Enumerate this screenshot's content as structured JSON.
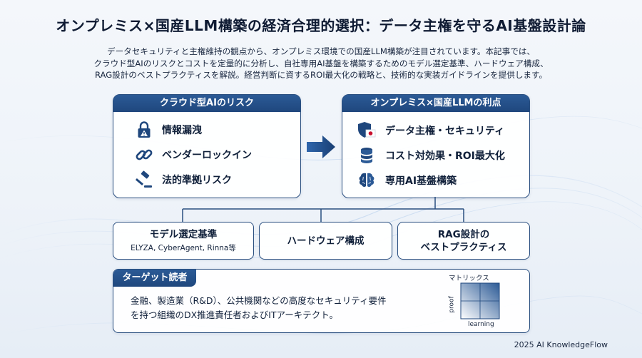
{
  "title": "オンプレミス×国産LLM構築の経済合理的選択：データ主権を守るAI基盤設計論",
  "intro": [
    "データセキュリティと主権維持の観点から、オンプレミス環境での国産LLM構築が注目されています。本記事では、",
    "クラウド型AIのリスクとコストを定量的に分析し、自社専用AI基盤を構築するためのモデル選定基準、ハードウェア構成、",
    "RAG設計のベストプラクティスを解説。経営判断に資するROI最大化の戦略と、技術的な実装ガイドラインを提供します。"
  ],
  "risk_panel": {
    "header": "クラウド型AIのリスク",
    "items": [
      {
        "label": "情報漏洩",
        "icon": "lock-warning-icon"
      },
      {
        "label": "ベンダーロックイン",
        "icon": "chain-link-icon"
      },
      {
        "label": "法的準拠リスク",
        "icon": "gavel-icon"
      }
    ]
  },
  "benefit_panel": {
    "header": "オンプレミス×国産LLMの利点",
    "items": [
      {
        "label": "データ主権・セキュリティ",
        "icon": "shield-japan-flag-icon"
      },
      {
        "label": "コスト対効果・ROI最大化",
        "icon": "coin-stack-icon"
      },
      {
        "label": "専用AI基盤構築",
        "icon": "brain-icon"
      }
    ]
  },
  "boxes": [
    {
      "title": "モデル選定基準",
      "subtitle": "ELYZA, CyberAgent, Rinna等"
    },
    {
      "title": "ハードウェア構成",
      "subtitle": ""
    },
    {
      "title_lines": [
        "RAG設計の",
        "ベストプラクティス"
      ]
    }
  ],
  "target": {
    "header": "ターゲット読者",
    "lines": [
      "金融、製造業（R&D）、公共機関などの高度なセキュリティ要件",
      "を持つ組織のDX推進責任者およびITアーキテクト。"
    ]
  },
  "matrix": {
    "title": "マトリックス",
    "y_label": "proof",
    "x_label": "learning"
  },
  "footer": "2025 AI KnowledgeFlow",
  "colors": {
    "navy": "#1f477d",
    "border": "#2a4f80",
    "red": "#c8102e"
  }
}
